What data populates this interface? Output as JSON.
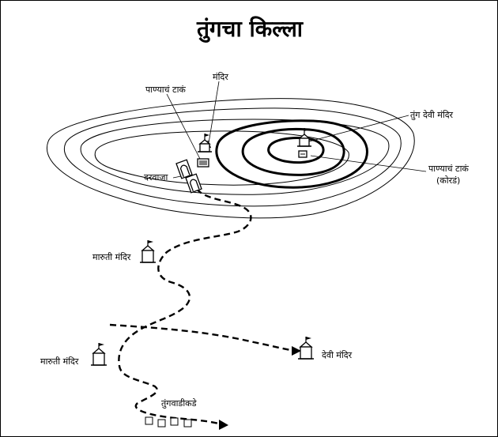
{
  "title": "तुंगचा किल्ला",
  "labels": {
    "water_tank_left": "पाण्याचं टाकं",
    "temple_top": "मंदिर",
    "tung_devi_temple": "तुंग देवी मंदिर",
    "water_tank_right_line1": "पाण्याचं टाकं",
    "water_tank_right_line2": "(कोरडं)",
    "gate": "दरवाजा",
    "maruti_temple_upper": "मारुती मंदिर",
    "maruti_temple_lower": "मारुती मंदिर",
    "devi_temple": "देवी मंदिर",
    "towards_tungwadi": "तुंगवाडीकडे"
  },
  "icons": {
    "temple": "temple-flag-icon",
    "water_tank": "water-tank-icon",
    "gate": "gate-icon",
    "house": "house-icon"
  },
  "colors": {
    "ink": "#000000",
    "background": "#ffffff"
  }
}
